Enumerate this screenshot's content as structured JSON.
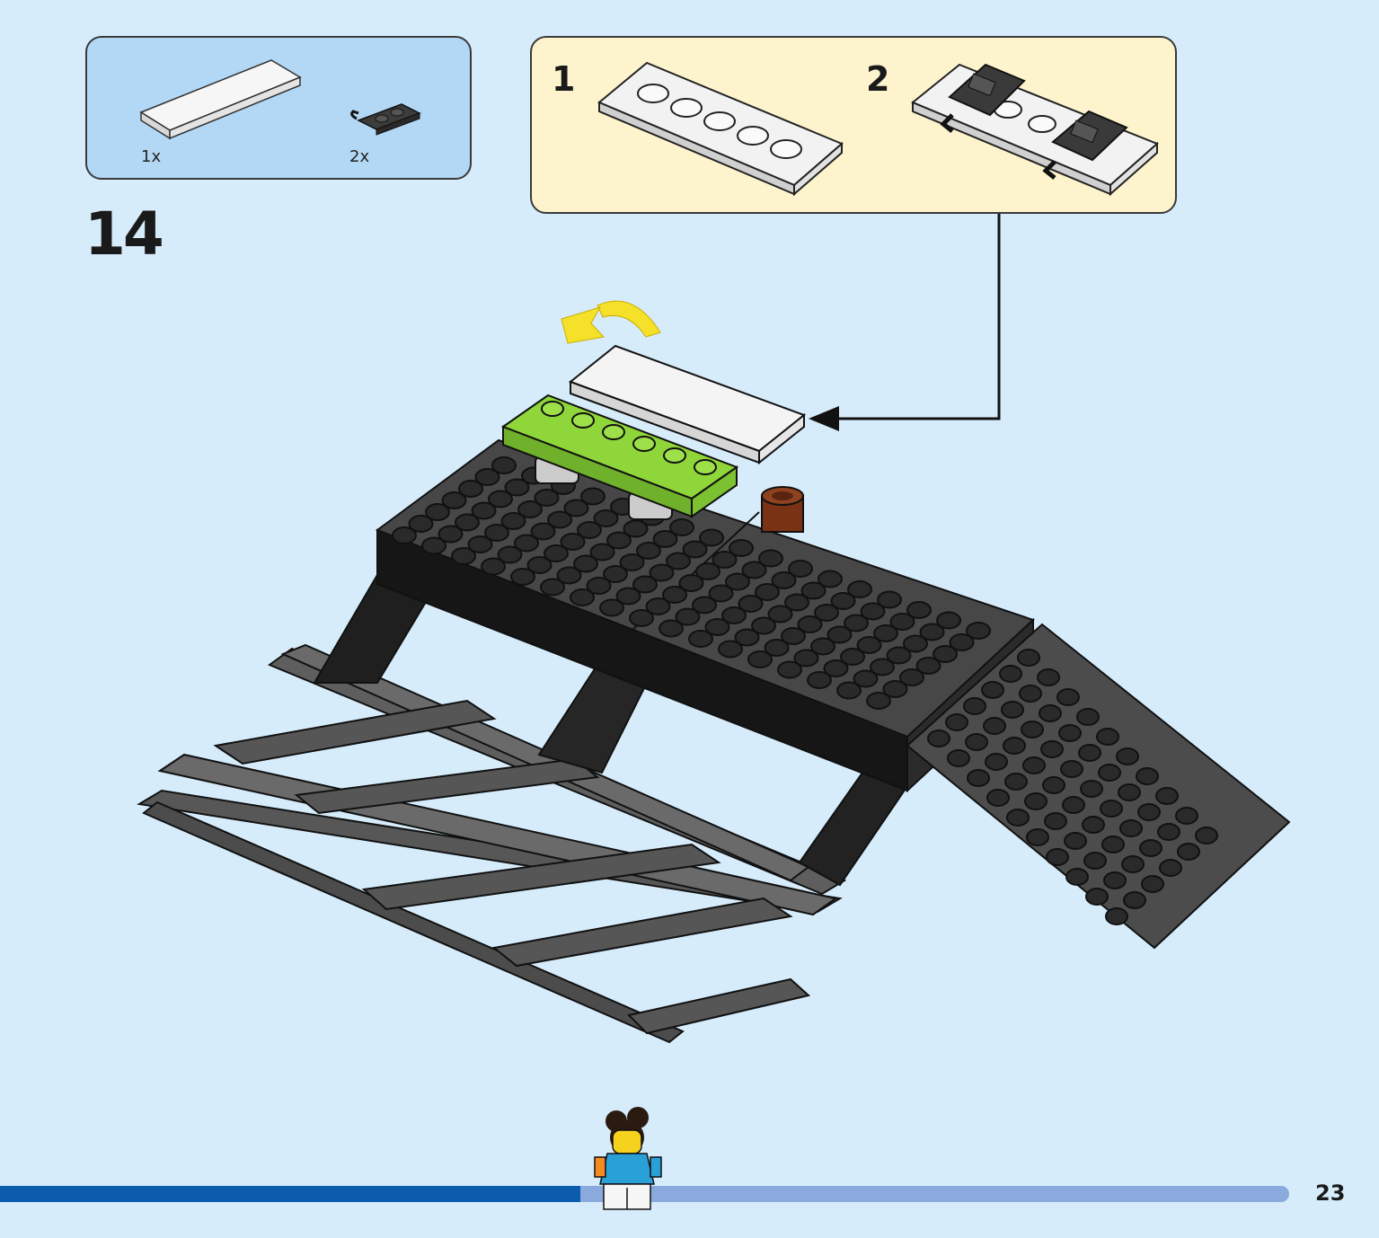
{
  "parts_list": {
    "items": [
      {
        "quantity": "1x",
        "part": "white-tile-icon"
      },
      {
        "quantity": "2x",
        "part": "black-clip-plate-icon"
      }
    ]
  },
  "step": {
    "number": "14"
  },
  "subassembly": {
    "steps": [
      {
        "number": "1",
        "part": "white-plate-icon"
      },
      {
        "number": "2",
        "part": "clip-plate-assembly-icon"
      }
    ]
  },
  "progress": {
    "fraction": 0.45
  },
  "page": {
    "number": "23"
  },
  "colors": {
    "background": "#d6ecfb",
    "parts_box": "#b3d8f5",
    "subassembly_box": "#fdf4cd",
    "progress_done": "#0b5cad",
    "progress_remaining": "#8aa9dc",
    "lime_plate": "#8fd63a",
    "dark_brick": "#4a4a4a",
    "arrow_yellow": "#f5e02a"
  }
}
